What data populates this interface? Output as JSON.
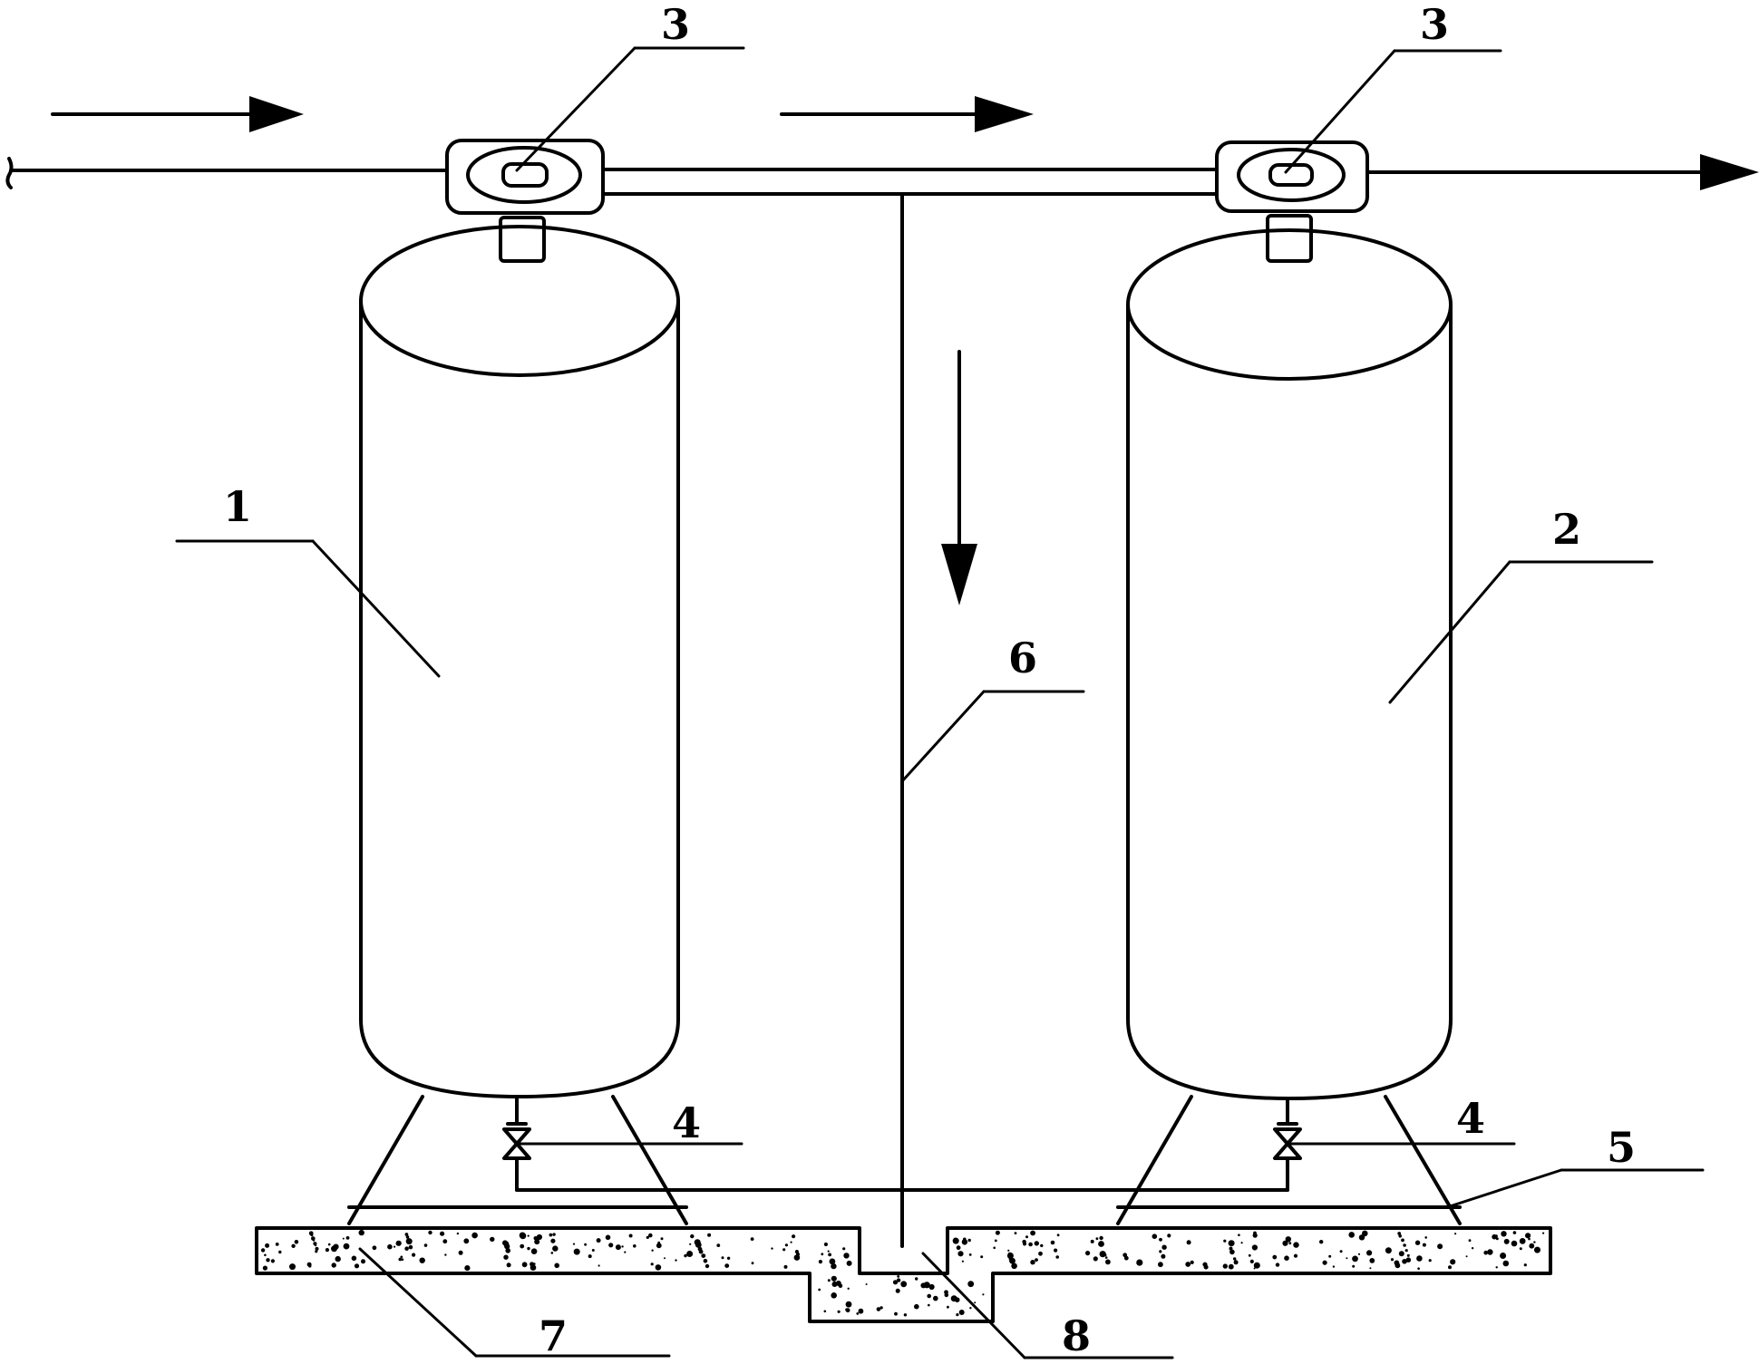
{
  "labels": {
    "tank_left": "1",
    "tank_right": "2",
    "valve_head_left": "3",
    "valve_head_right": "3",
    "drain_valve_left": "4",
    "drain_valve_right": "4",
    "drain_pipe": "5",
    "vertical_pipe": "6",
    "foundation": "7",
    "drain_pit": "8"
  },
  "colors": {
    "line": "#000000",
    "background": "#ffffff"
  }
}
